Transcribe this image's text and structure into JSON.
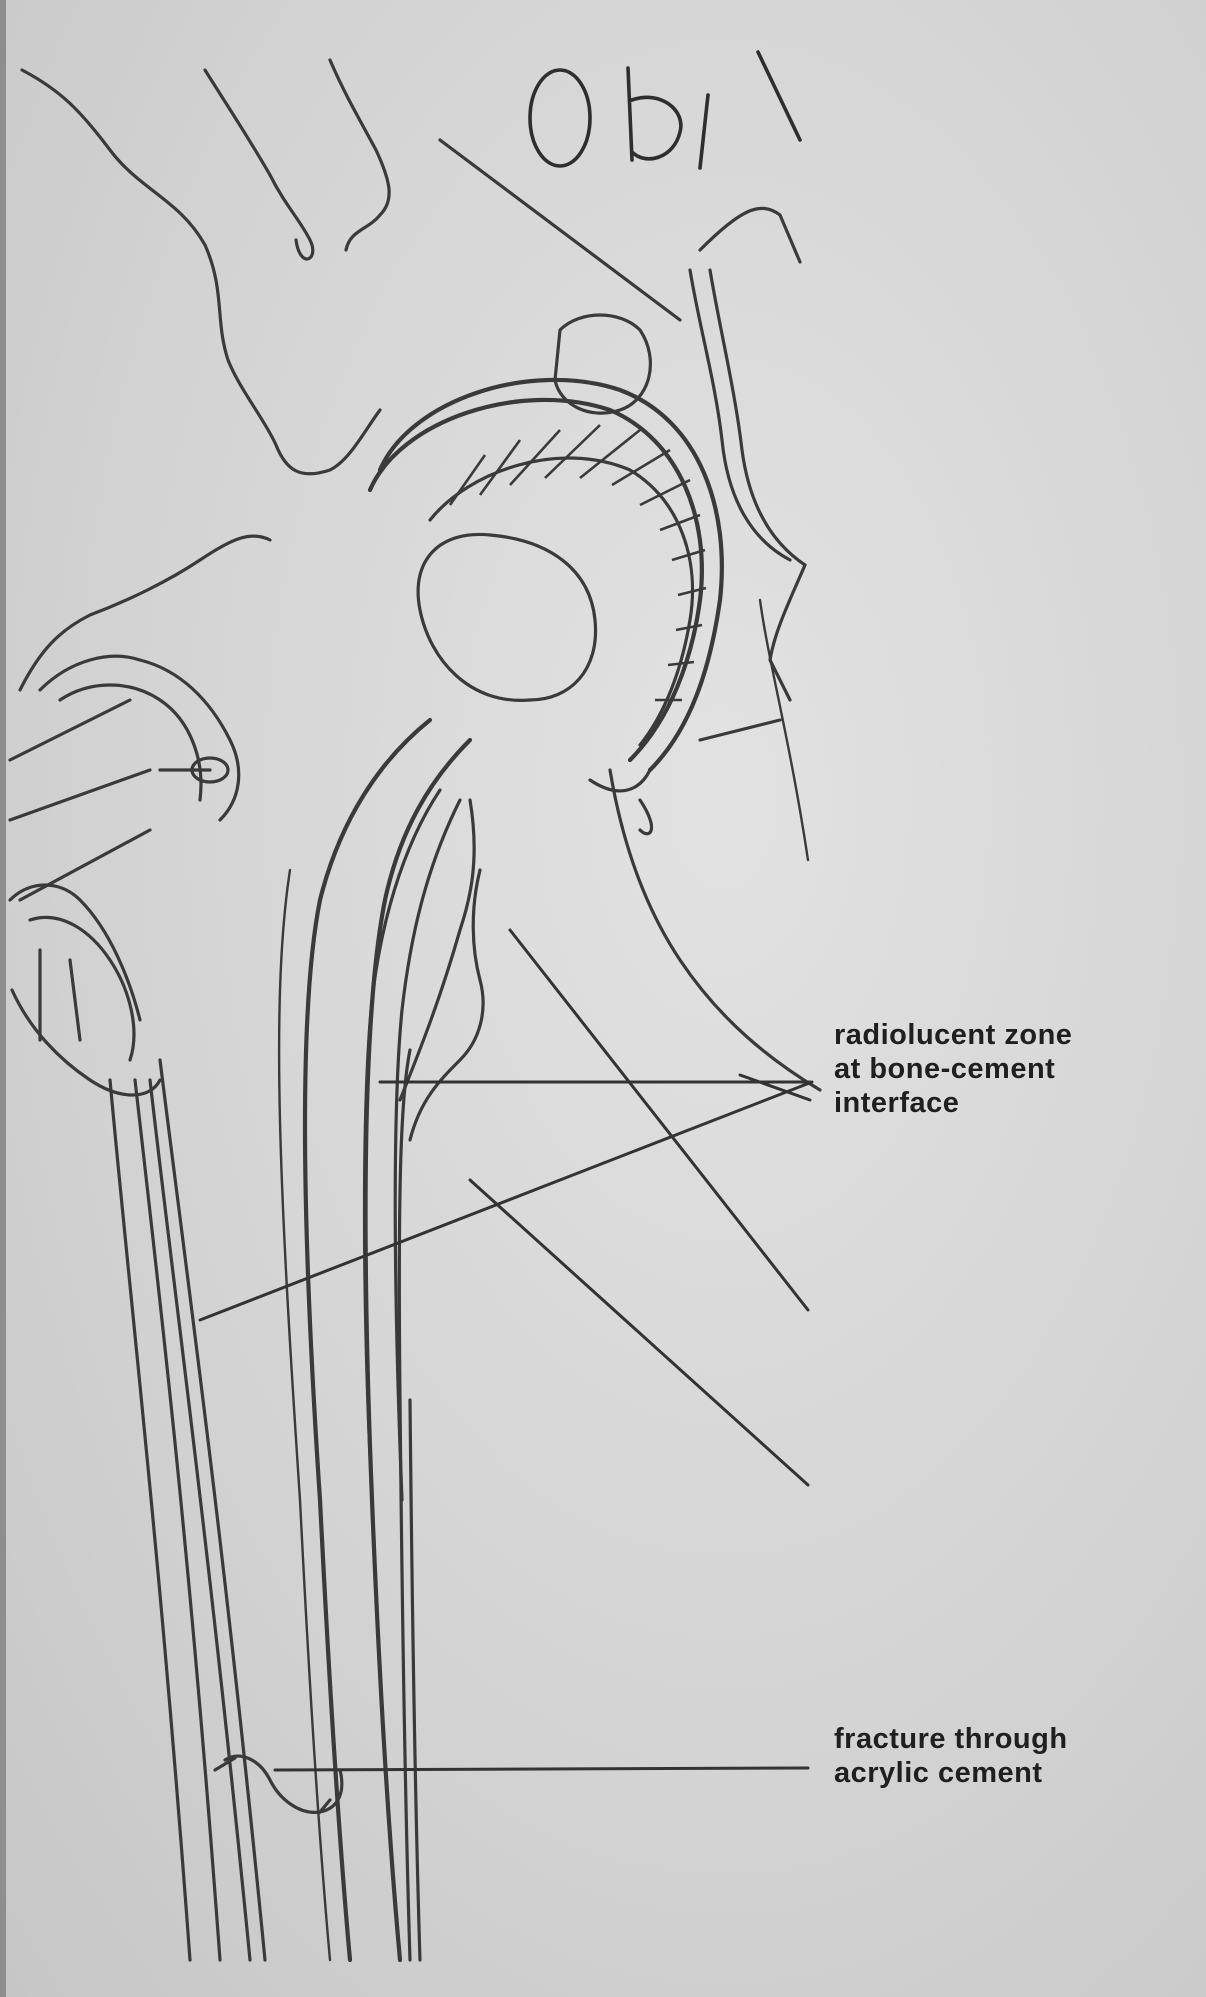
{
  "annotations": {
    "radiolucent_zone": {
      "line1": "radiolucent zone",
      "line2": "at bone-cement",
      "line3": "interface"
    },
    "fracture": {
      "line1": "fracture through",
      "line2": "acrylic cement"
    }
  },
  "colors": {
    "background": "#d6d6d6",
    "ink": "#3a3a3a"
  }
}
